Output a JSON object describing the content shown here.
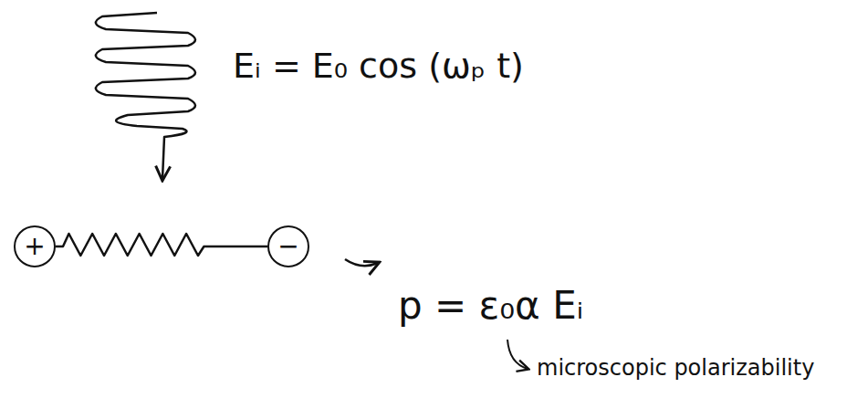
{
  "diagram": {
    "nodes": [
      {
        "text": [
          "+"
        ]
      },
      {
        "text": [
          "−"
        ]
      }
    ],
    "edges": [
      {
        "from": 0,
        "to": 1,
        "arrow": "none"
      }
    ],
    "labels": [
      "Eᵢ = E₀ cos (ωₚ t)",
      "p = ε₀α Eᵢ",
      "microscopic polarizability"
    ]
  }
}
